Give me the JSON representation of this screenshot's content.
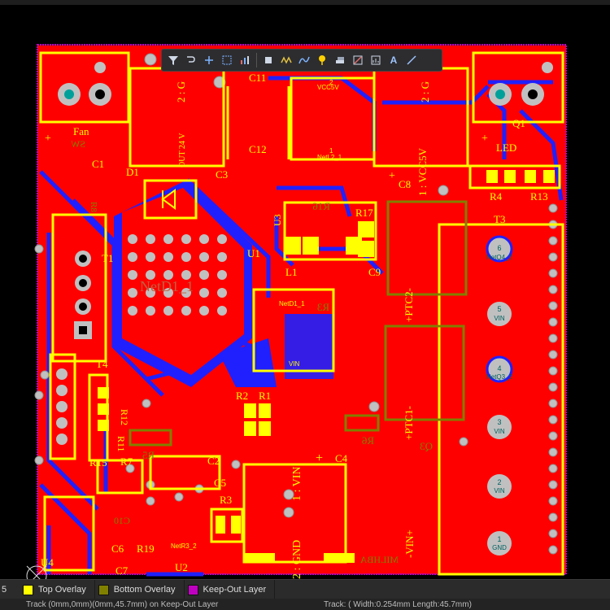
{
  "window": {
    "title": ""
  },
  "colors": {
    "copper_top": "#ff0000",
    "copper_bottom": "#2020ff",
    "top_overlay": "#ffff00",
    "bottom_overlay": "#808000",
    "keepout": "#c000c0",
    "pad": "#c0c0c0",
    "via_hole": "#00a09a"
  },
  "toolbar": {
    "buttons": [
      {
        "name": "filter-icon"
      },
      {
        "name": "route-icon"
      },
      {
        "name": "add-icon"
      },
      {
        "name": "rectangle-select-icon"
      },
      {
        "name": "chart-icon"
      },
      {
        "name": "component-icon"
      },
      {
        "name": "wire-icon"
      },
      {
        "name": "interactive-route-icon"
      },
      {
        "name": "pin-icon"
      },
      {
        "name": "layer-stack-icon"
      },
      {
        "name": "rules-icon"
      },
      {
        "name": "report-icon"
      },
      {
        "name": "text-icon"
      },
      {
        "name": "line-icon"
      }
    ]
  },
  "designators": {
    "fan": "Fan",
    "c1": "C1",
    "d1": "D1",
    "out": "OUT 24 V",
    "c3": "C3",
    "c11": "C11",
    "c12": "C12",
    "vcc5v_top": "VCC5V",
    "net_l2_1": "NetL2_1",
    "pin2_a": "2",
    "pin1_a": "1",
    "g_left": "2 : G",
    "g_right": "2 : G",
    "vcc5v_right": "1 : VCC5V",
    "c8": "C8",
    "q1": "Q1",
    "led": "LED",
    "r4": "R4",
    "r13": "R13",
    "t3": "T3",
    "u3": "U3",
    "r16": "R16",
    "r17": "R17",
    "c9": "C9",
    "u1": "U1",
    "l1": "L1",
    "net_d1_1_big": "NetD1_1",
    "net_d1_1": "NetD1_1",
    "vin_small": "VIN",
    "r3_mirror": "R3",
    "t1": "T1",
    "t4": "T4",
    "r12": "R12",
    "r11": "R11",
    "r15": "R15",
    "r7": "R7",
    "r5": "R5",
    "c2": "C2",
    "c5": "C5",
    "r2": "R2",
    "r1": "R1",
    "r3": "R3",
    "c4": "C4",
    "vin_big": "1 : VIN",
    "gnd_big": "2 : GND",
    "ptc2": "+PTC2-",
    "ptc1": "+PTC1-",
    "r6": "R6",
    "q3": "Q3",
    "vin_plus": "-VIN+",
    "milhba": "MILHBA",
    "c6": "C6",
    "r19": "R19",
    "c7": "C7",
    "u4": "U4",
    "u2": "U2",
    "net_r3_2": "NetR3_2",
    "c10": "C10",
    "sw": "SW",
    "r8": "R8",
    "plus": "+"
  },
  "terminal_block": {
    "pins": [
      {
        "num": "6",
        "net": "NetQ4_2"
      },
      {
        "num": "5",
        "net": "VIN"
      },
      {
        "num": "4",
        "net": "NetQ3_2"
      },
      {
        "num": "3",
        "net": "VIN"
      },
      {
        "num": "2",
        "net": "VIN"
      },
      {
        "num": "1",
        "net": "GND"
      }
    ]
  },
  "layers": {
    "prefix": "5",
    "tabs": [
      {
        "name": "Top Overlay",
        "color": "#ffff00"
      },
      {
        "name": "Bottom Overlay",
        "color": "#808000"
      },
      {
        "name": "Keep-Out Layer",
        "color": "#c000c0"
      }
    ]
  },
  "status": {
    "left": "Track (0mm,0mm)(0mm,45.7mm) on Keep-Out Layer",
    "right": "Track: ( Width:0.254mm Length:45.7mm)"
  }
}
